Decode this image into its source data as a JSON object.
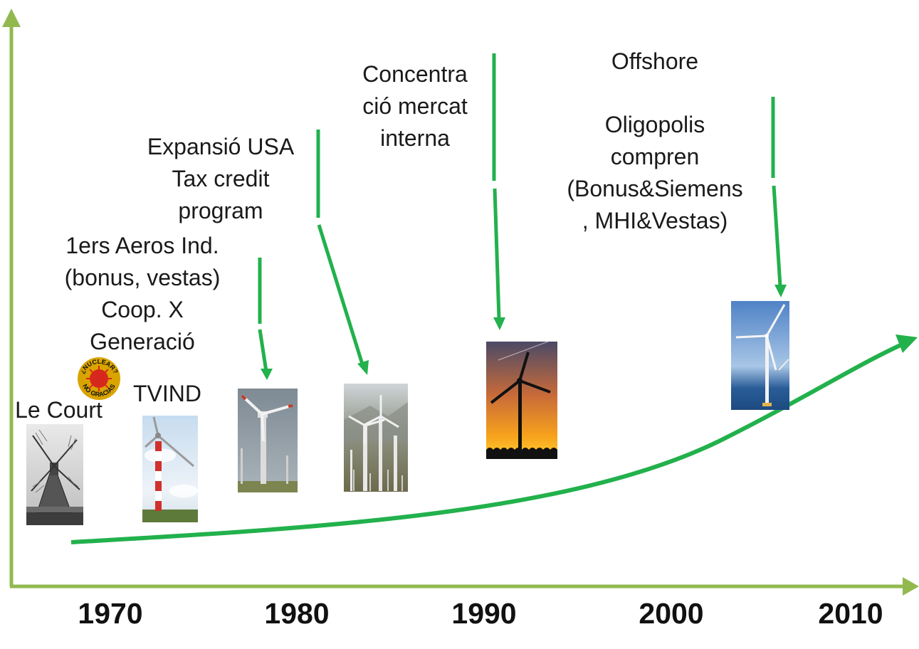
{
  "diagram": {
    "labels": {
      "le_court": "Le Court",
      "tvind": "TVIND",
      "first_turbines": [
        "1ers Aeros Ind.",
        "(bonus, vestas)",
        "Coop. X",
        "Generació"
      ],
      "usa": [
        "Expansió USA",
        "Tax credit",
        "program"
      ],
      "concentration": [
        "Concentra",
        "ció mercat",
        "interna"
      ],
      "offshore": "Offshore",
      "oligopolies": [
        "Oligopolis",
        "compren",
        "(Bonus&Siemens",
        ", MHI&Vestas)"
      ]
    },
    "badge": {
      "text_top": "¿NUCLEAR?",
      "text_bottom": "NO GRACIAS"
    },
    "years": [
      "1970",
      "1980",
      "1990",
      "2000",
      "2010"
    ],
    "colors": {
      "axis": "#92b94f",
      "arrow": "#22b14c",
      "badge": "#d9a400",
      "badge_sun": "#d7281d"
    }
  }
}
